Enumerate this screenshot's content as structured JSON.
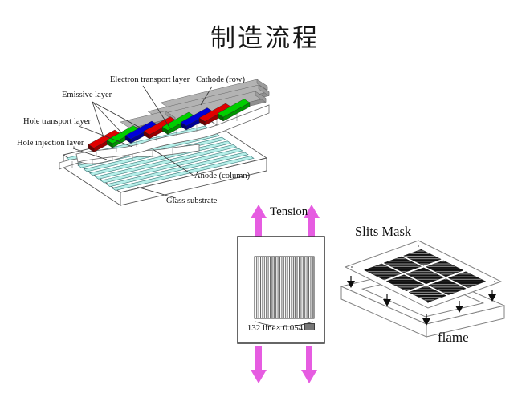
{
  "slide": {
    "title": "制造流程"
  },
  "oled": {
    "labels": {
      "electron_transport": "Electron transport layer",
      "cathode": "Cathode (row)",
      "emissive": "Emissive layer",
      "hole_transport": "Hole transport layer",
      "hole_injection": "Hole injection layer",
      "anode": "Anode (column)",
      "glass": "Glass substrate"
    },
    "colors": {
      "emissive_red": "#e00000",
      "emissive_green": "#00cf00",
      "emissive_blue": "#0000d8",
      "cathode_gray": "#b3b3b3",
      "anode_cyan": "#b6efe9"
    }
  },
  "tension": {
    "label": "Tension",
    "caption": "132 line× 0.054",
    "arrow_color": "#e65ce1"
  },
  "mask": {
    "title": "Slits Mask",
    "caption": "flame",
    "hatch_dark": "#111111"
  }
}
